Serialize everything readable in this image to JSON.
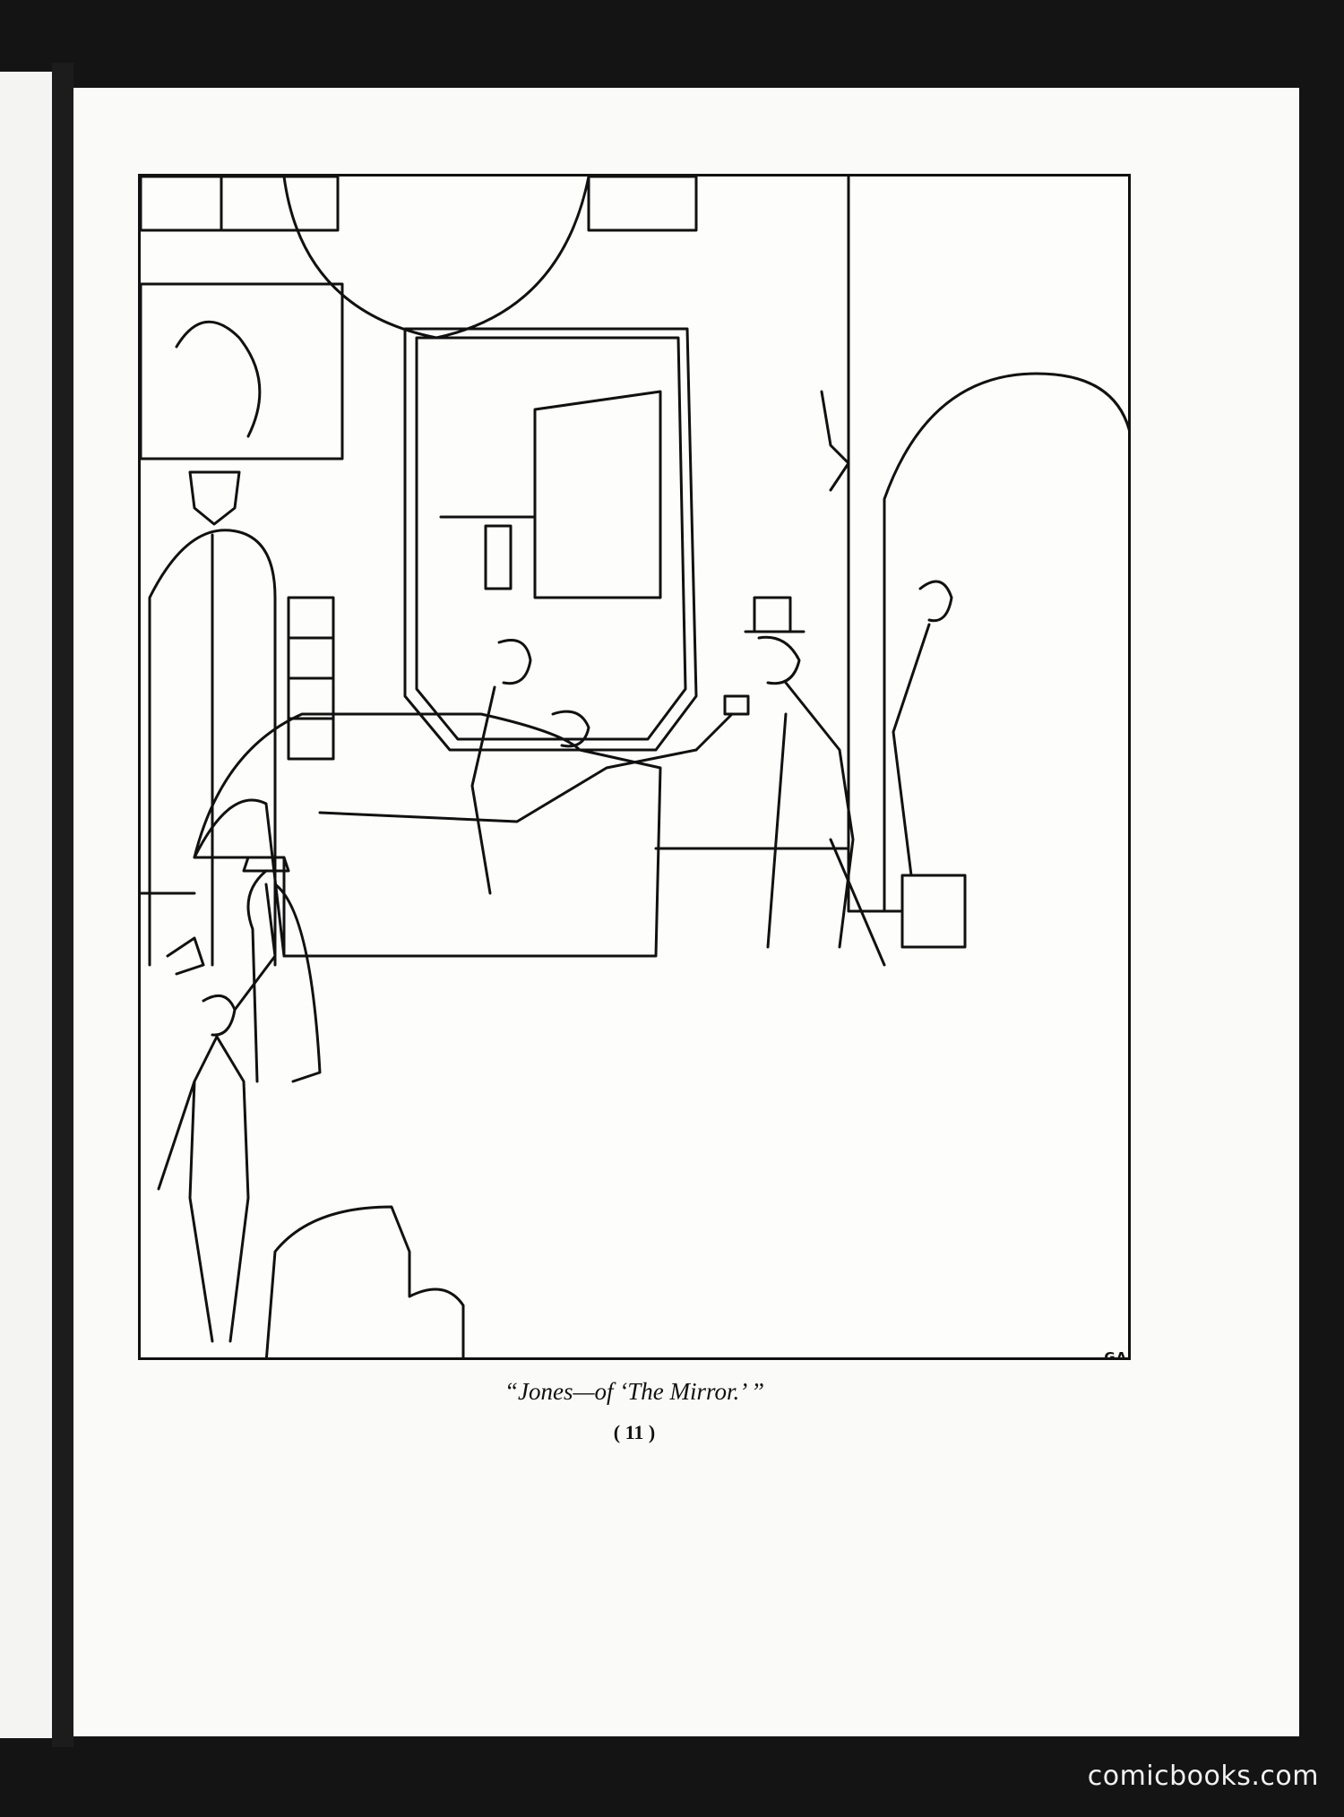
{
  "illustration": {
    "signature": "GARDNER\nREA"
  },
  "caption": "“Jones—of ‘The Mirror.’ ”",
  "page_number": "( 11 )",
  "watermark": "comicbooks.com"
}
